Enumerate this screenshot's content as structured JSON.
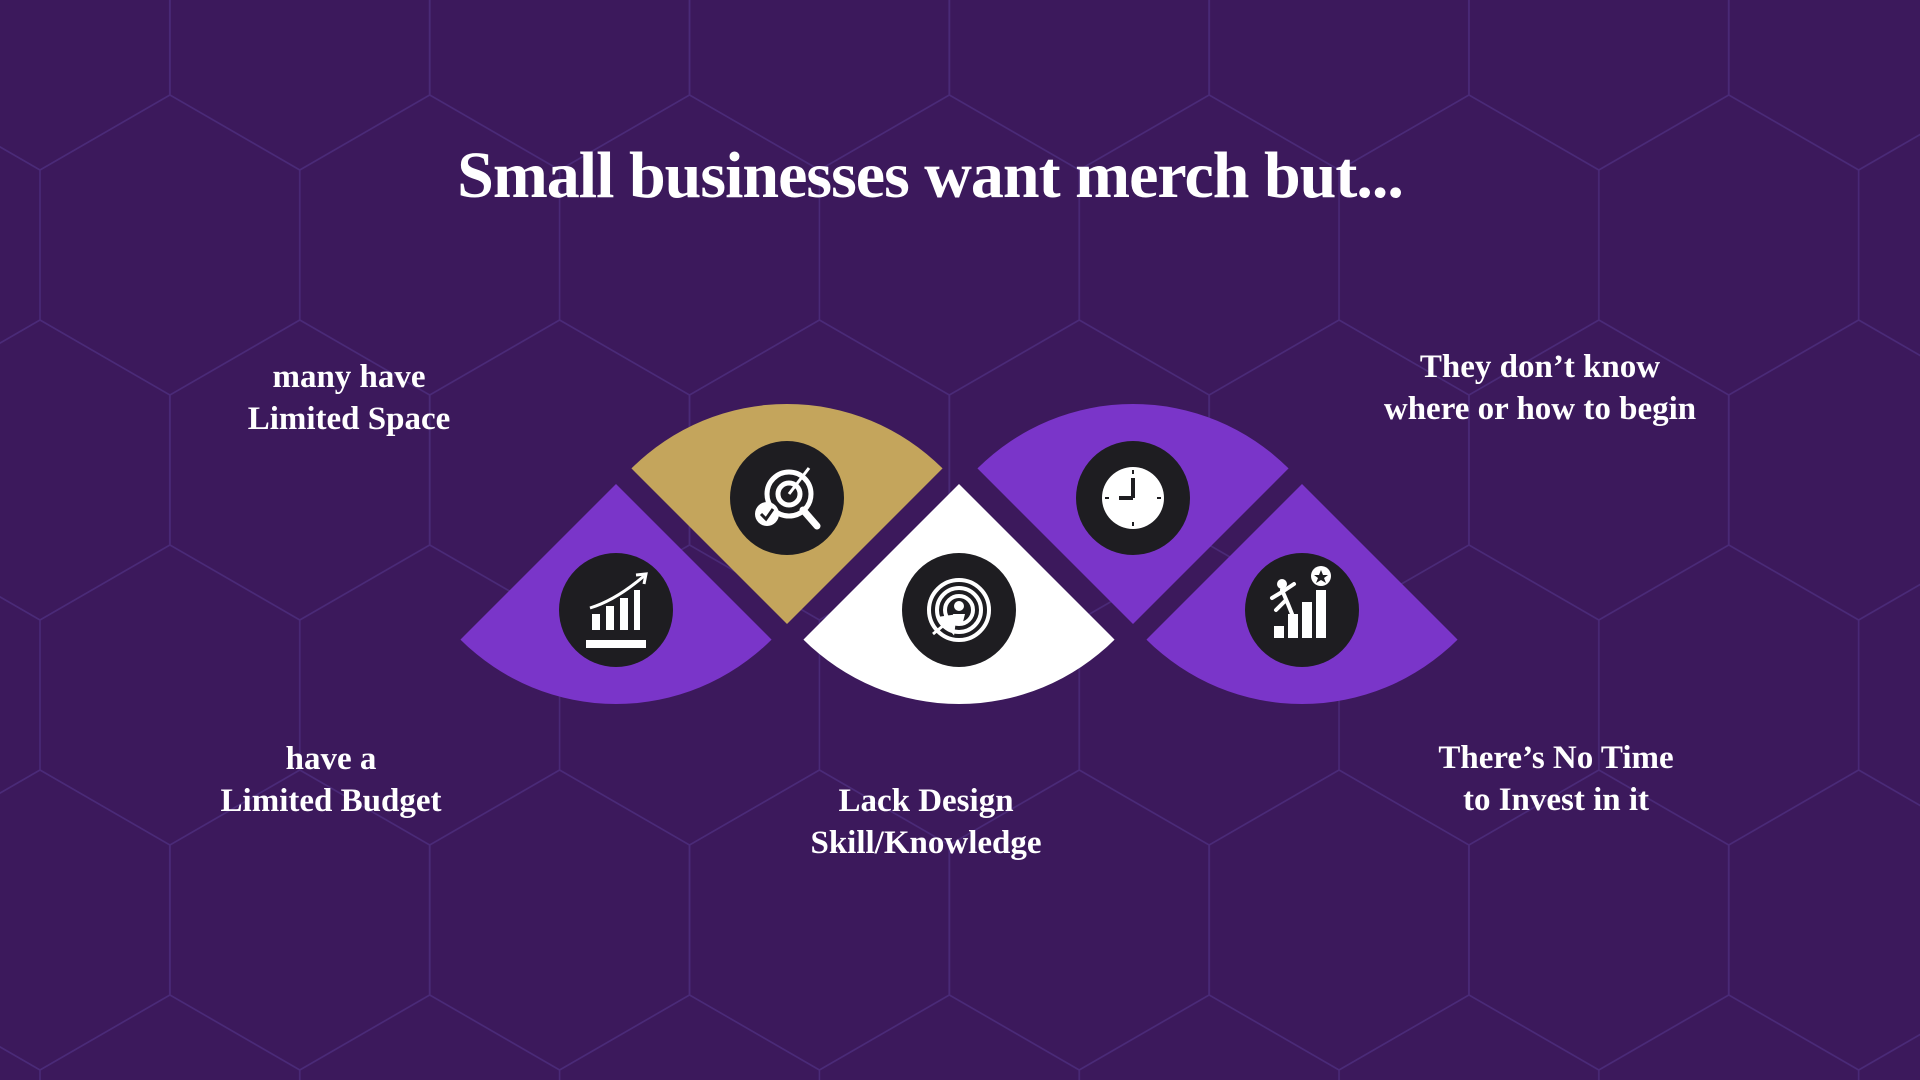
{
  "title": "Small businesses want merch but...",
  "items": [
    {
      "lines": [
        "have a",
        "Limited Budget"
      ],
      "icon": "chart-growth-icon",
      "color": "#7a35c9"
    },
    {
      "lines": [
        "many have",
        "Limited Space"
      ],
      "icon": "target-search-icon",
      "color": "#c4a55c"
    },
    {
      "lines": [
        "Lack Design",
        "Skill/Knowledge"
      ],
      "icon": "target-arrow-icon",
      "color": "#ffffff"
    },
    {
      "lines": [
        "They don’t know",
        "where or how to begin"
      ],
      "icon": "clock-icon",
      "color": "#7a35c9"
    },
    {
      "lines": [
        "There’s No Time",
        "to Invest in it"
      ],
      "icon": "climb-stairs-icon",
      "color": "#7a35c9"
    }
  ],
  "colors": {
    "background": "#3c195c",
    "icon_circle": "#1e1d21"
  }
}
